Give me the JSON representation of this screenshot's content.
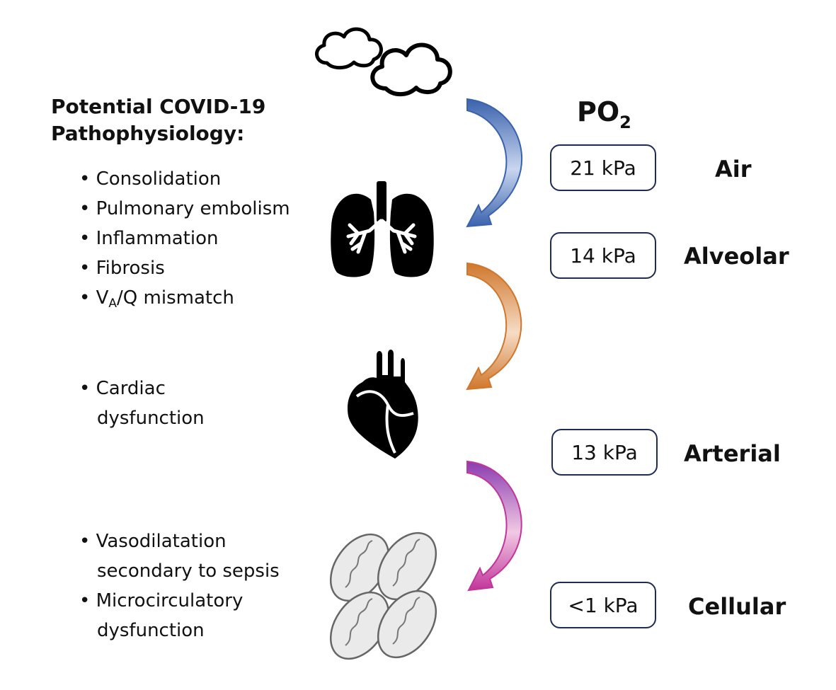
{
  "title": {
    "line1": "Potential COVID-19",
    "line2": "Pathophysiology:"
  },
  "lung_factors": [
    "Consolidation",
    "Pulmonary embolism",
    "Inflammation",
    "Fibrosis"
  ],
  "vq": {
    "prefix": "• V",
    "sub": "A",
    "suffix": "/Q mismatch"
  },
  "cardiac": {
    "line1": "Cardiac",
    "line2": "dysfunction"
  },
  "circulatory": {
    "item1_line1": "Vasodilatation",
    "item1_line2": "secondary to sepsis",
    "item2_line1": "Microcirculatory",
    "item2_line2": "dysfunction"
  },
  "po2": {
    "main": "PO",
    "sub": "2"
  },
  "stages": [
    {
      "value": "21 kPa",
      "label": "Air"
    },
    {
      "value": "14 kPa",
      "label": "Alveolar"
    },
    {
      "value": "13 kPa",
      "label": "Arterial"
    },
    {
      "value": "<1 kPa",
      "label": "Cellular"
    }
  ],
  "arrow_colors": {
    "blue": "#3a62ad",
    "orange": "#d0772c",
    "magenta": "#c2359a"
  }
}
